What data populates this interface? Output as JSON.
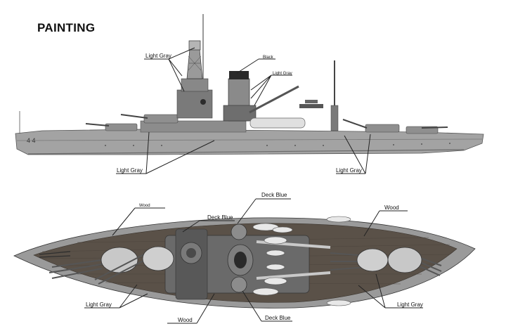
{
  "heading": "PAINTING",
  "colors": {
    "hull_side": "#9a9a9a",
    "superstructure": "#7d7d7d",
    "dark_detail": "#3a3a3a",
    "wood_deck": "#5a5148",
    "turret_light": "#c8c8c8",
    "boat": "#e6e6e6",
    "line": "#222222"
  },
  "profile_view": {
    "labels": {
      "light_gray_mast": "Light Gray",
      "black_funnel": "Black",
      "light_gray_funnel": "Light Gray",
      "light_gray_hull_fwd": "Light Gray",
      "light_gray_hull_aft": "Light Gray"
    }
  },
  "plan_view": {
    "labels": {
      "wood_left": "Wood",
      "deck_blue_left": "Deck Blue",
      "deck_blue_right": "Deck Blue",
      "wood_right": "Wood",
      "light_gray_left": "Light Gray",
      "wood_bottom": "Wood",
      "deck_blue_bottom": "Deck Blue",
      "light_gray_right": "Light Gray"
    }
  }
}
